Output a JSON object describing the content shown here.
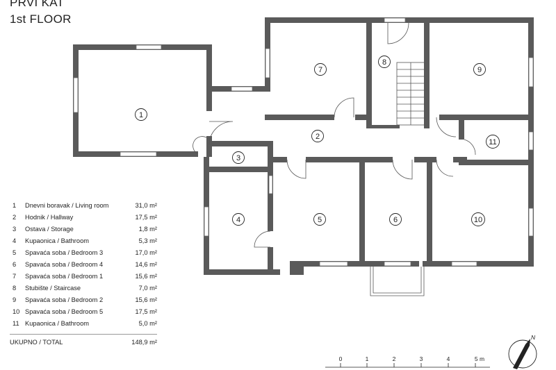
{
  "header": {
    "title_hr": "PRVI KAT",
    "title_en": "1st FLOOR"
  },
  "legend": [
    {
      "num": "1",
      "name": "Dnevni boravak / Living room",
      "area": "31,0 m²"
    },
    {
      "num": "2",
      "name": "Hodnik / Hallway",
      "area": "17,5 m²"
    },
    {
      "num": "3",
      "name": "Ostava / Storage",
      "area": "1,8 m²"
    },
    {
      "num": "4",
      "name": "Kupaonica / Bathroom",
      "area": "5,3 m²"
    },
    {
      "num": "5",
      "name": "Spavaća soba / Bedroom 3",
      "area": "17,0 m²"
    },
    {
      "num": "6",
      "name": "Spavaća soba / Bedroom 4",
      "area": "14,6 m²"
    },
    {
      "num": "7",
      "name": "Spavaća soba / Bedroom 1",
      "area": "15,6 m²"
    },
    {
      "num": "8",
      "name": "Stubište / Staircase",
      "area": "7,0 m²"
    },
    {
      "num": "9",
      "name": "Spavaća soba / Bedroom 2",
      "area": "15,6 m²"
    },
    {
      "num": "10",
      "name": "Spavaća soba / Bedroom 5",
      "area": "17,5 m²"
    },
    {
      "num": "11",
      "name": "Kupaonica / Bathroom",
      "area": "5,0 m²"
    }
  ],
  "total": {
    "label": "UKUPNO / TOTAL",
    "area": "148,9 m²"
  },
  "scale": {
    "ticks": [
      "0",
      "1",
      "2",
      "3",
      "4",
      "5 m"
    ]
  },
  "compass": {
    "label": "N"
  },
  "colors": {
    "wall": "#5a5a5a",
    "line": "#222222"
  }
}
